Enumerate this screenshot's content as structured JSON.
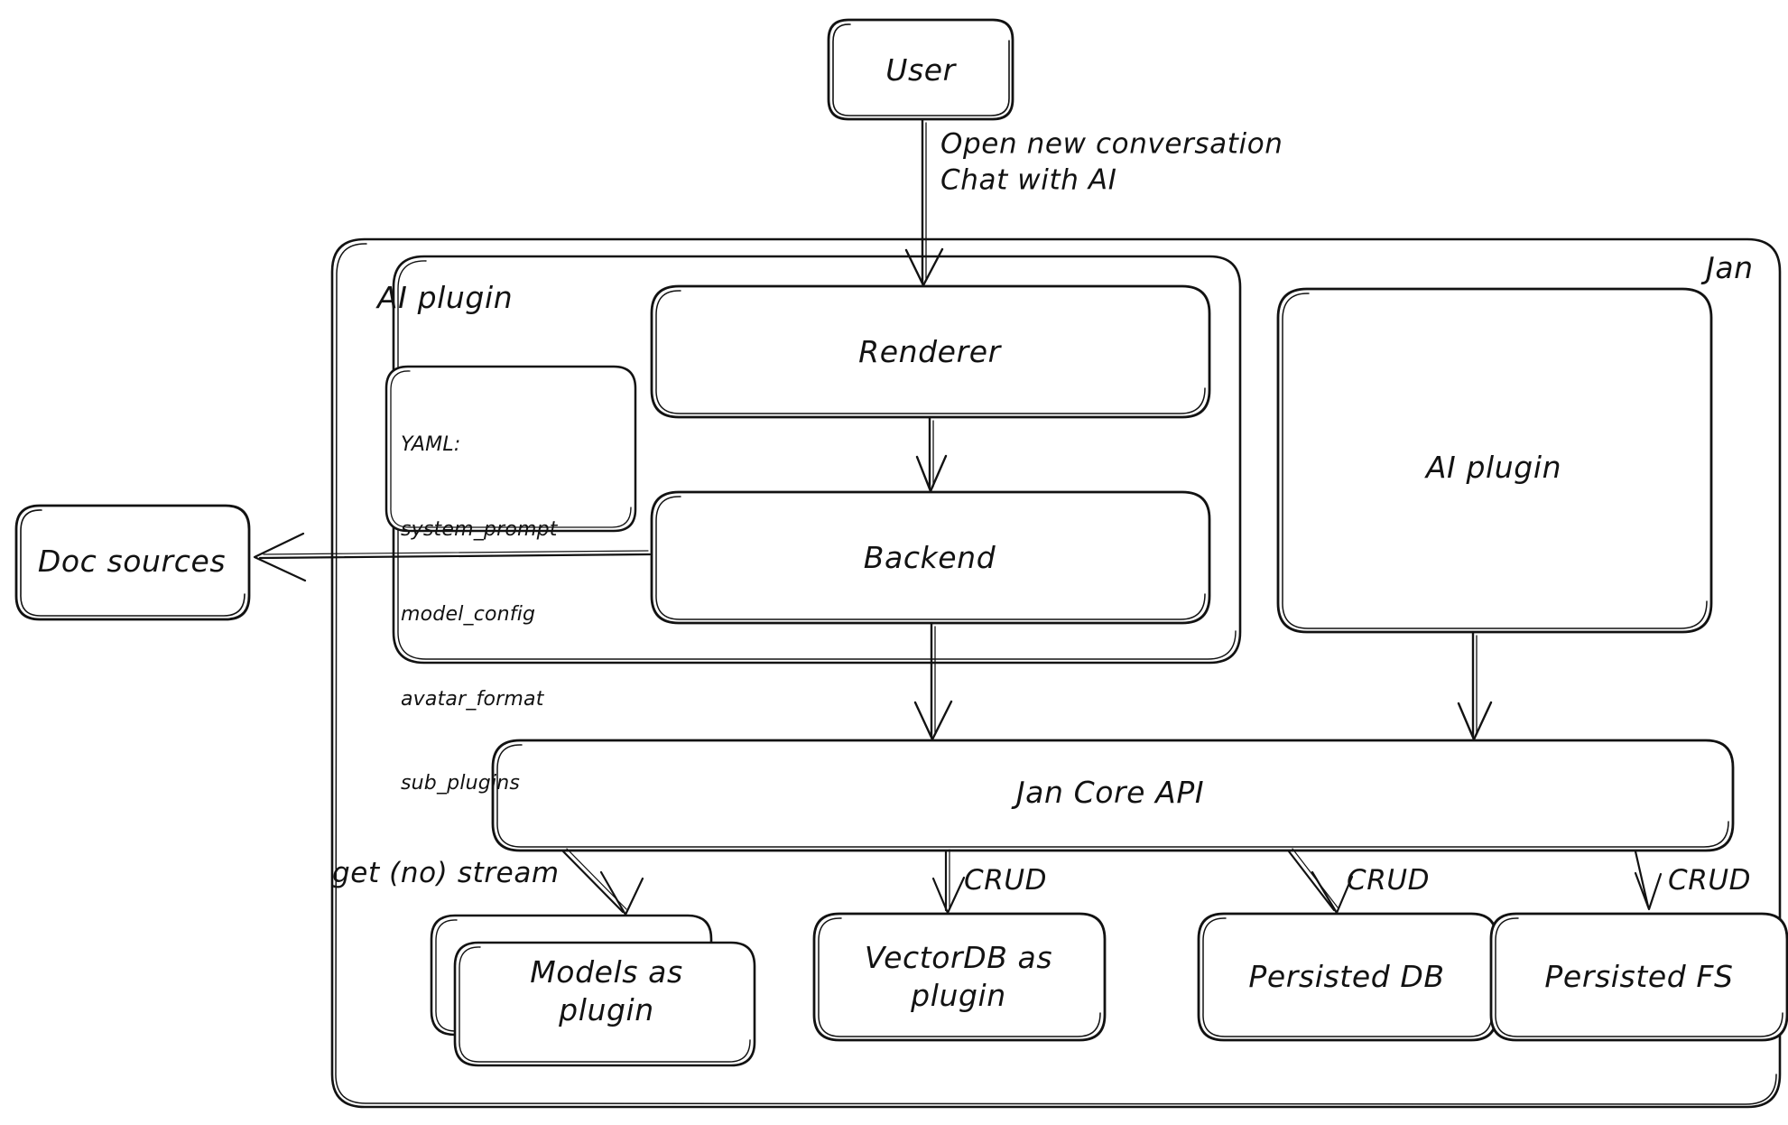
{
  "diagram": {
    "title": "Jan architecture",
    "style": "hand-drawn",
    "stroke_color": "#121212",
    "background_color": "#ffffff"
  },
  "groups": [
    {
      "id": "jan",
      "label": "Jan"
    },
    {
      "id": "ai-plugin-group",
      "label": "AI plugin"
    }
  ],
  "nodes": {
    "user": {
      "label": "User"
    },
    "renderer": {
      "label": "Renderer"
    },
    "backend": {
      "label": "Backend"
    },
    "ai_plugin": {
      "label": "AI plugin"
    },
    "doc_sources": {
      "label": "Doc sources"
    },
    "jan_core_api": {
      "label": "Jan Core API"
    },
    "models_as_plugin": {
      "label": "Models as\nplugin"
    },
    "vectordb_as_plugin": {
      "label": "VectorDB as\nplugin"
    },
    "persisted_db": {
      "label": "Persisted DB"
    },
    "persisted_fs": {
      "label": "Persisted FS"
    }
  },
  "yaml_box": {
    "heading": "YAML:",
    "keys": [
      "system_prompt",
      "model_config",
      "avatar_format",
      "sub_plugins"
    ]
  },
  "edge_labels": {
    "user_to_renderer": "Open new conversation\nChat with AI",
    "core_to_models": "get (no) stream",
    "core_to_vectordb": "CRUD",
    "core_to_persisted_db": "CRUD",
    "core_to_persisted_fs": "CRUD"
  }
}
